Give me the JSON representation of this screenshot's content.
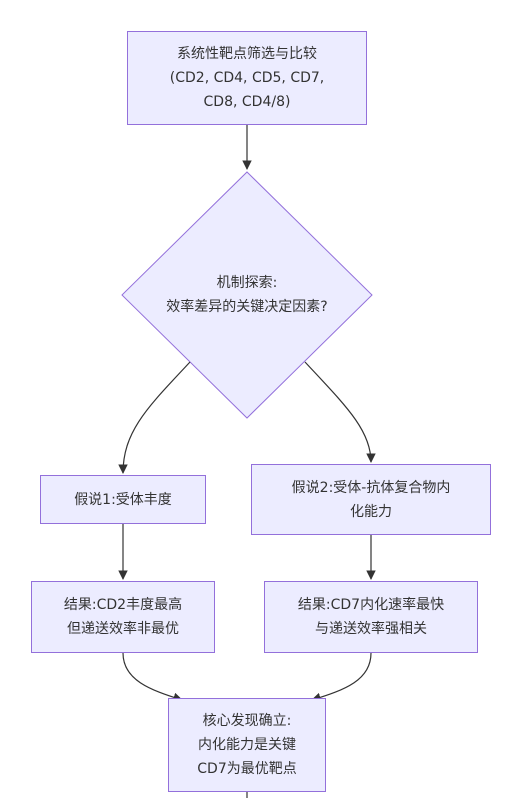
{
  "colors": {
    "node_fill": "#ECECFF",
    "node_stroke": "#9370DB",
    "edge": "#333333",
    "text": "#333333"
  },
  "nodes": {
    "screening": {
      "lines": [
        "系统性靶点筛选与比较",
        "(CD2, CD4, CD5, CD7,",
        "CD8, CD4/8)"
      ]
    },
    "mechanism": {
      "lines": [
        "机制探索:",
        "效率差异的关键决定因素?"
      ]
    },
    "hypothesis1": {
      "lines": [
        "假说1:受体丰度"
      ]
    },
    "hypothesis2": {
      "lines": [
        "假说2:受体-抗体复合物内",
        "化能力"
      ]
    },
    "result1": {
      "lines": [
        "结果:CD2丰度最高",
        "但递送效率非最优"
      ]
    },
    "result2": {
      "lines": [
        "结果:CD7内化速率最快",
        "与递送效率强相关"
      ]
    },
    "finding": {
      "lines": [
        "核心发现确立:",
        "内化能力是关键",
        "CD7为最优靶点"
      ]
    }
  }
}
